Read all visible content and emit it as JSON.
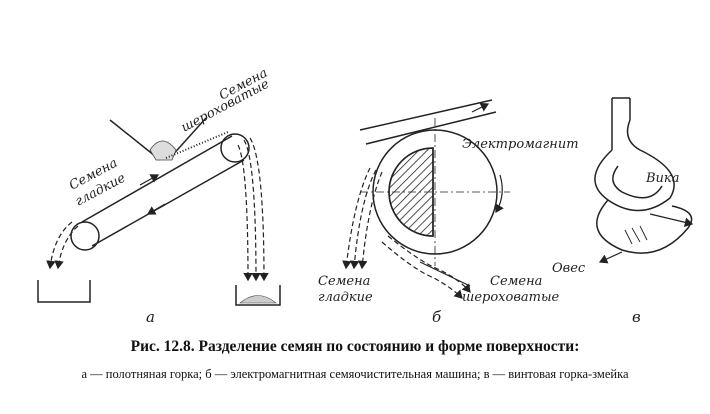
{
  "labels": {
    "smooth_a_1": "Семена",
    "smooth_a_2": "гладкие",
    "rough_a_1": "Семена",
    "rough_a_2": "шероховатые",
    "electromagnet": "Электромагнит",
    "smooth_b_1": "Семена",
    "smooth_b_2": "гладкие",
    "rough_b_1": "Семена",
    "rough_b_2": "шероховатые",
    "vetch": "Вика",
    "oats": "Овес"
  },
  "panels": {
    "a": "а",
    "b": "б",
    "v": "в"
  },
  "caption": {
    "title": "Рис. 12.8. Разделение семян по состоянию и форме поверхности:",
    "description": "а — полотняная горка; б — электромагнитная семяочистительная машина; в — винтовая горка-змейка"
  }
}
